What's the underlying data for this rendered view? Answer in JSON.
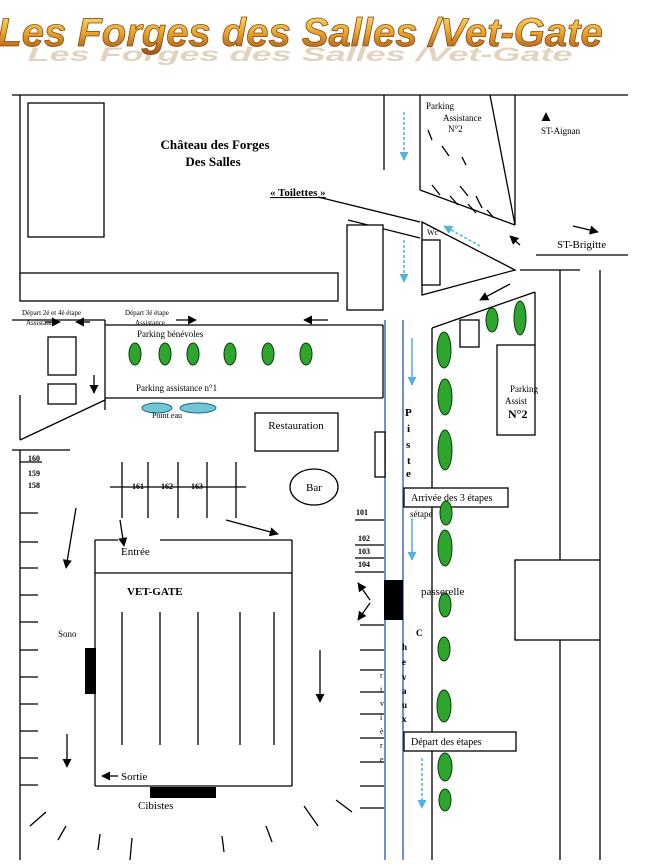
{
  "banner": {
    "title": "Les Forges des Salles /Vet-Gate"
  },
  "labels": {
    "chateau_line1": "Château des Forges",
    "chateau_line2": "Des Salles",
    "toilettes": "« Toilettes »",
    "wc": "Wc",
    "parking_assistance2_l1": "Parking",
    "parking_assistance2_l2": "Assistance",
    "parking_assistance2_l3": "N°2",
    "st_aignan": "ST-Aignan",
    "st_brigitte": "ST-Brigitte",
    "depart_2_4_l1": "Départ 2é et 4é étape",
    "depart_2_4_l2": "Assistance",
    "depart_3_l1": "Départ 3é étape",
    "depart_3_l2": "Assistance",
    "parking_benevoles": "Parking bénévoles",
    "parking_assistance1": "Parking assistance n°1",
    "point_eau": "Point eau",
    "restauration": "Restauration",
    "parking_assist_l1": "Parking",
    "parking_assist_l2": "Assist",
    "parking_assist_l3": "N°2",
    "piste": [
      "P",
      "i",
      "s",
      "t",
      "e"
    ],
    "arrivee": "Arrivée des 3 étapes",
    "setape": "sétape",
    "bar": "Bar",
    "n160": "160",
    "n159": "159",
    "n158": "158",
    "n161": "161",
    "n162": "162",
    "n163": "163",
    "n101": "101",
    "n102": "102",
    "n103": "103",
    "n104": "104",
    "entree": "Entrée",
    "vet_gate": "VET-GATE",
    "sono": "Sono",
    "passerelle": "passerelle",
    "chevaux": [
      "C",
      "h",
      "e",
      "v",
      "a",
      "u",
      "x"
    ],
    "riviere": [
      "r",
      "i",
      "v",
      "i",
      "è",
      "r",
      "e"
    ],
    "depart_etapes": "Départ des étapes",
    "sortie": "Sortie",
    "cibistes": "Cibistes"
  },
  "colors": {
    "tree": "#2ea52e",
    "piste_line": "#4a74c9",
    "flow_arrow": "#4fb3dd",
    "banner_top": "#f7d54a",
    "banner_bottom": "#b5621a"
  }
}
